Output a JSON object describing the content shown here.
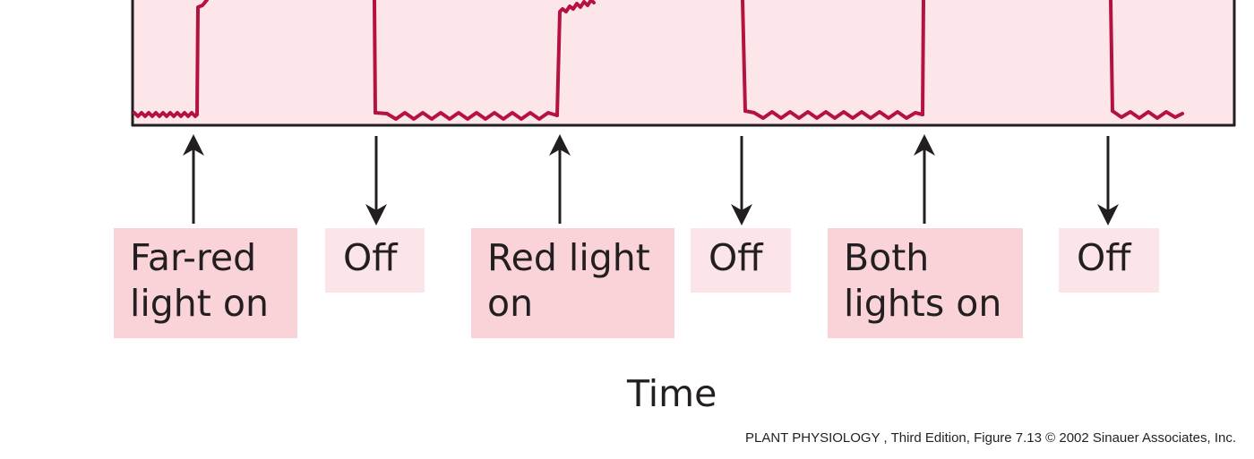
{
  "figure": {
    "colors": {
      "panel_fill": "#fde6ea",
      "trace": "#b5123f",
      "axis": "#231f20",
      "arrow": "#231f20",
      "label_strong": "#f9d3d8",
      "label_light": "#fce5e8"
    },
    "events": [
      {
        "label": "Far-red light on",
        "line1": "Far-red",
        "line2": "light on",
        "direction": "up",
        "icon": "arrow-up-icon",
        "emphasis": "strong"
      },
      {
        "label": "Off",
        "line1": "Off",
        "line2": "",
        "direction": "down",
        "icon": "arrow-down-icon",
        "emphasis": "light"
      },
      {
        "label": "Red light on",
        "line1": "Red light",
        "line2": "on",
        "direction": "up",
        "icon": "arrow-up-icon",
        "emphasis": "strong"
      },
      {
        "label": "Off",
        "line1": "Off",
        "line2": "",
        "direction": "down",
        "icon": "arrow-down-icon",
        "emphasis": "light"
      },
      {
        "label": "Both lights on",
        "line1": "Both",
        "line2": "lights on",
        "direction": "up",
        "icon": "arrow-up-icon",
        "emphasis": "strong"
      },
      {
        "label": "Off",
        "line1": "Off",
        "line2": "",
        "direction": "down",
        "icon": "arrow-down-icon",
        "emphasis": "light"
      }
    ],
    "x_axis_label": "Time",
    "credit": "PLANT PHYSIOLOGY , Third Edition, Figure 7.13  © 2002 Sinauer Associates, Inc."
  }
}
